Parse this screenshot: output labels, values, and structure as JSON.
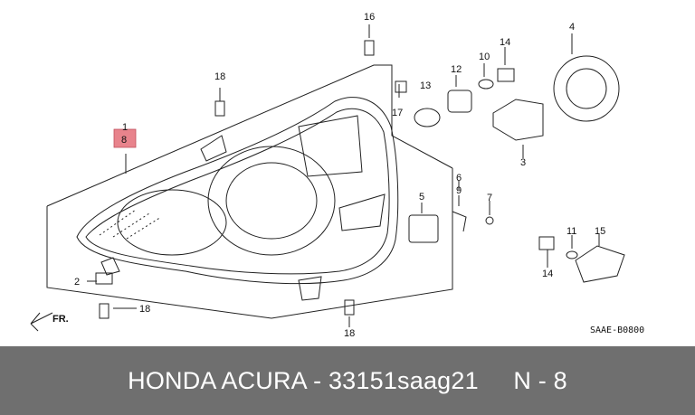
{
  "diagram": {
    "callouts": {
      "c1": "1",
      "c8": "8",
      "c2": "2",
      "c18a": "18",
      "c18b": "18",
      "c18c": "18",
      "c16": "16",
      "c13": "13",
      "c17": "17",
      "c12": "12",
      "c10": "10",
      "c14a": "14",
      "c4": "4",
      "c3": "3",
      "c5": "5",
      "c6": "6",
      "c9": "9",
      "c7": "7",
      "c11": "11",
      "c15": "15",
      "c14b": "14"
    },
    "direction_label": "FR.",
    "drawing_code": "SAAE-B0800"
  },
  "footer": {
    "text": "HONDA ACURA - 33151saag21     N - 8"
  },
  "colors": {
    "footer_bg": "#6f6f6f",
    "highlight_box": "#e8838c"
  }
}
